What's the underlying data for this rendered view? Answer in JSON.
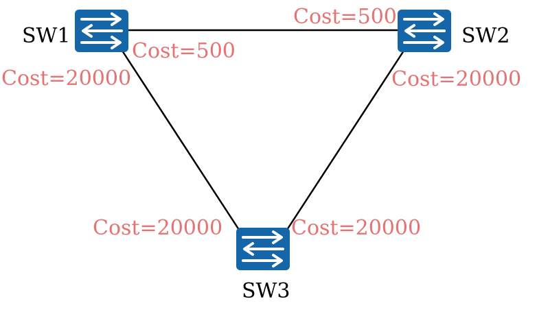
{
  "colors": {
    "link": "#000000",
    "cost_text": "#e57373",
    "switch_fill": "#1565a9",
    "switch_arrow": "#ffffff",
    "label_text": "#000000"
  },
  "nodes": {
    "sw1": {
      "label": "SW1",
      "icon": "switch-icon"
    },
    "sw2": {
      "label": "SW2",
      "icon": "switch-icon"
    },
    "sw3": {
      "label": "SW3",
      "icon": "switch-icon"
    }
  },
  "links": [
    {
      "from": "SW1",
      "to": "SW2"
    },
    {
      "from": "SW1",
      "to": "SW3"
    },
    {
      "from": "SW2",
      "to": "SW3"
    }
  ],
  "costs": {
    "sw1_to_sw2": "Cost=500",
    "sw2_to_sw1": "Cost=500",
    "sw1_to_sw3": "Cost=20000",
    "sw2_to_sw3": "Cost=20000",
    "sw3_to_sw1": "Cost=20000",
    "sw3_to_sw2": "Cost=20000"
  }
}
